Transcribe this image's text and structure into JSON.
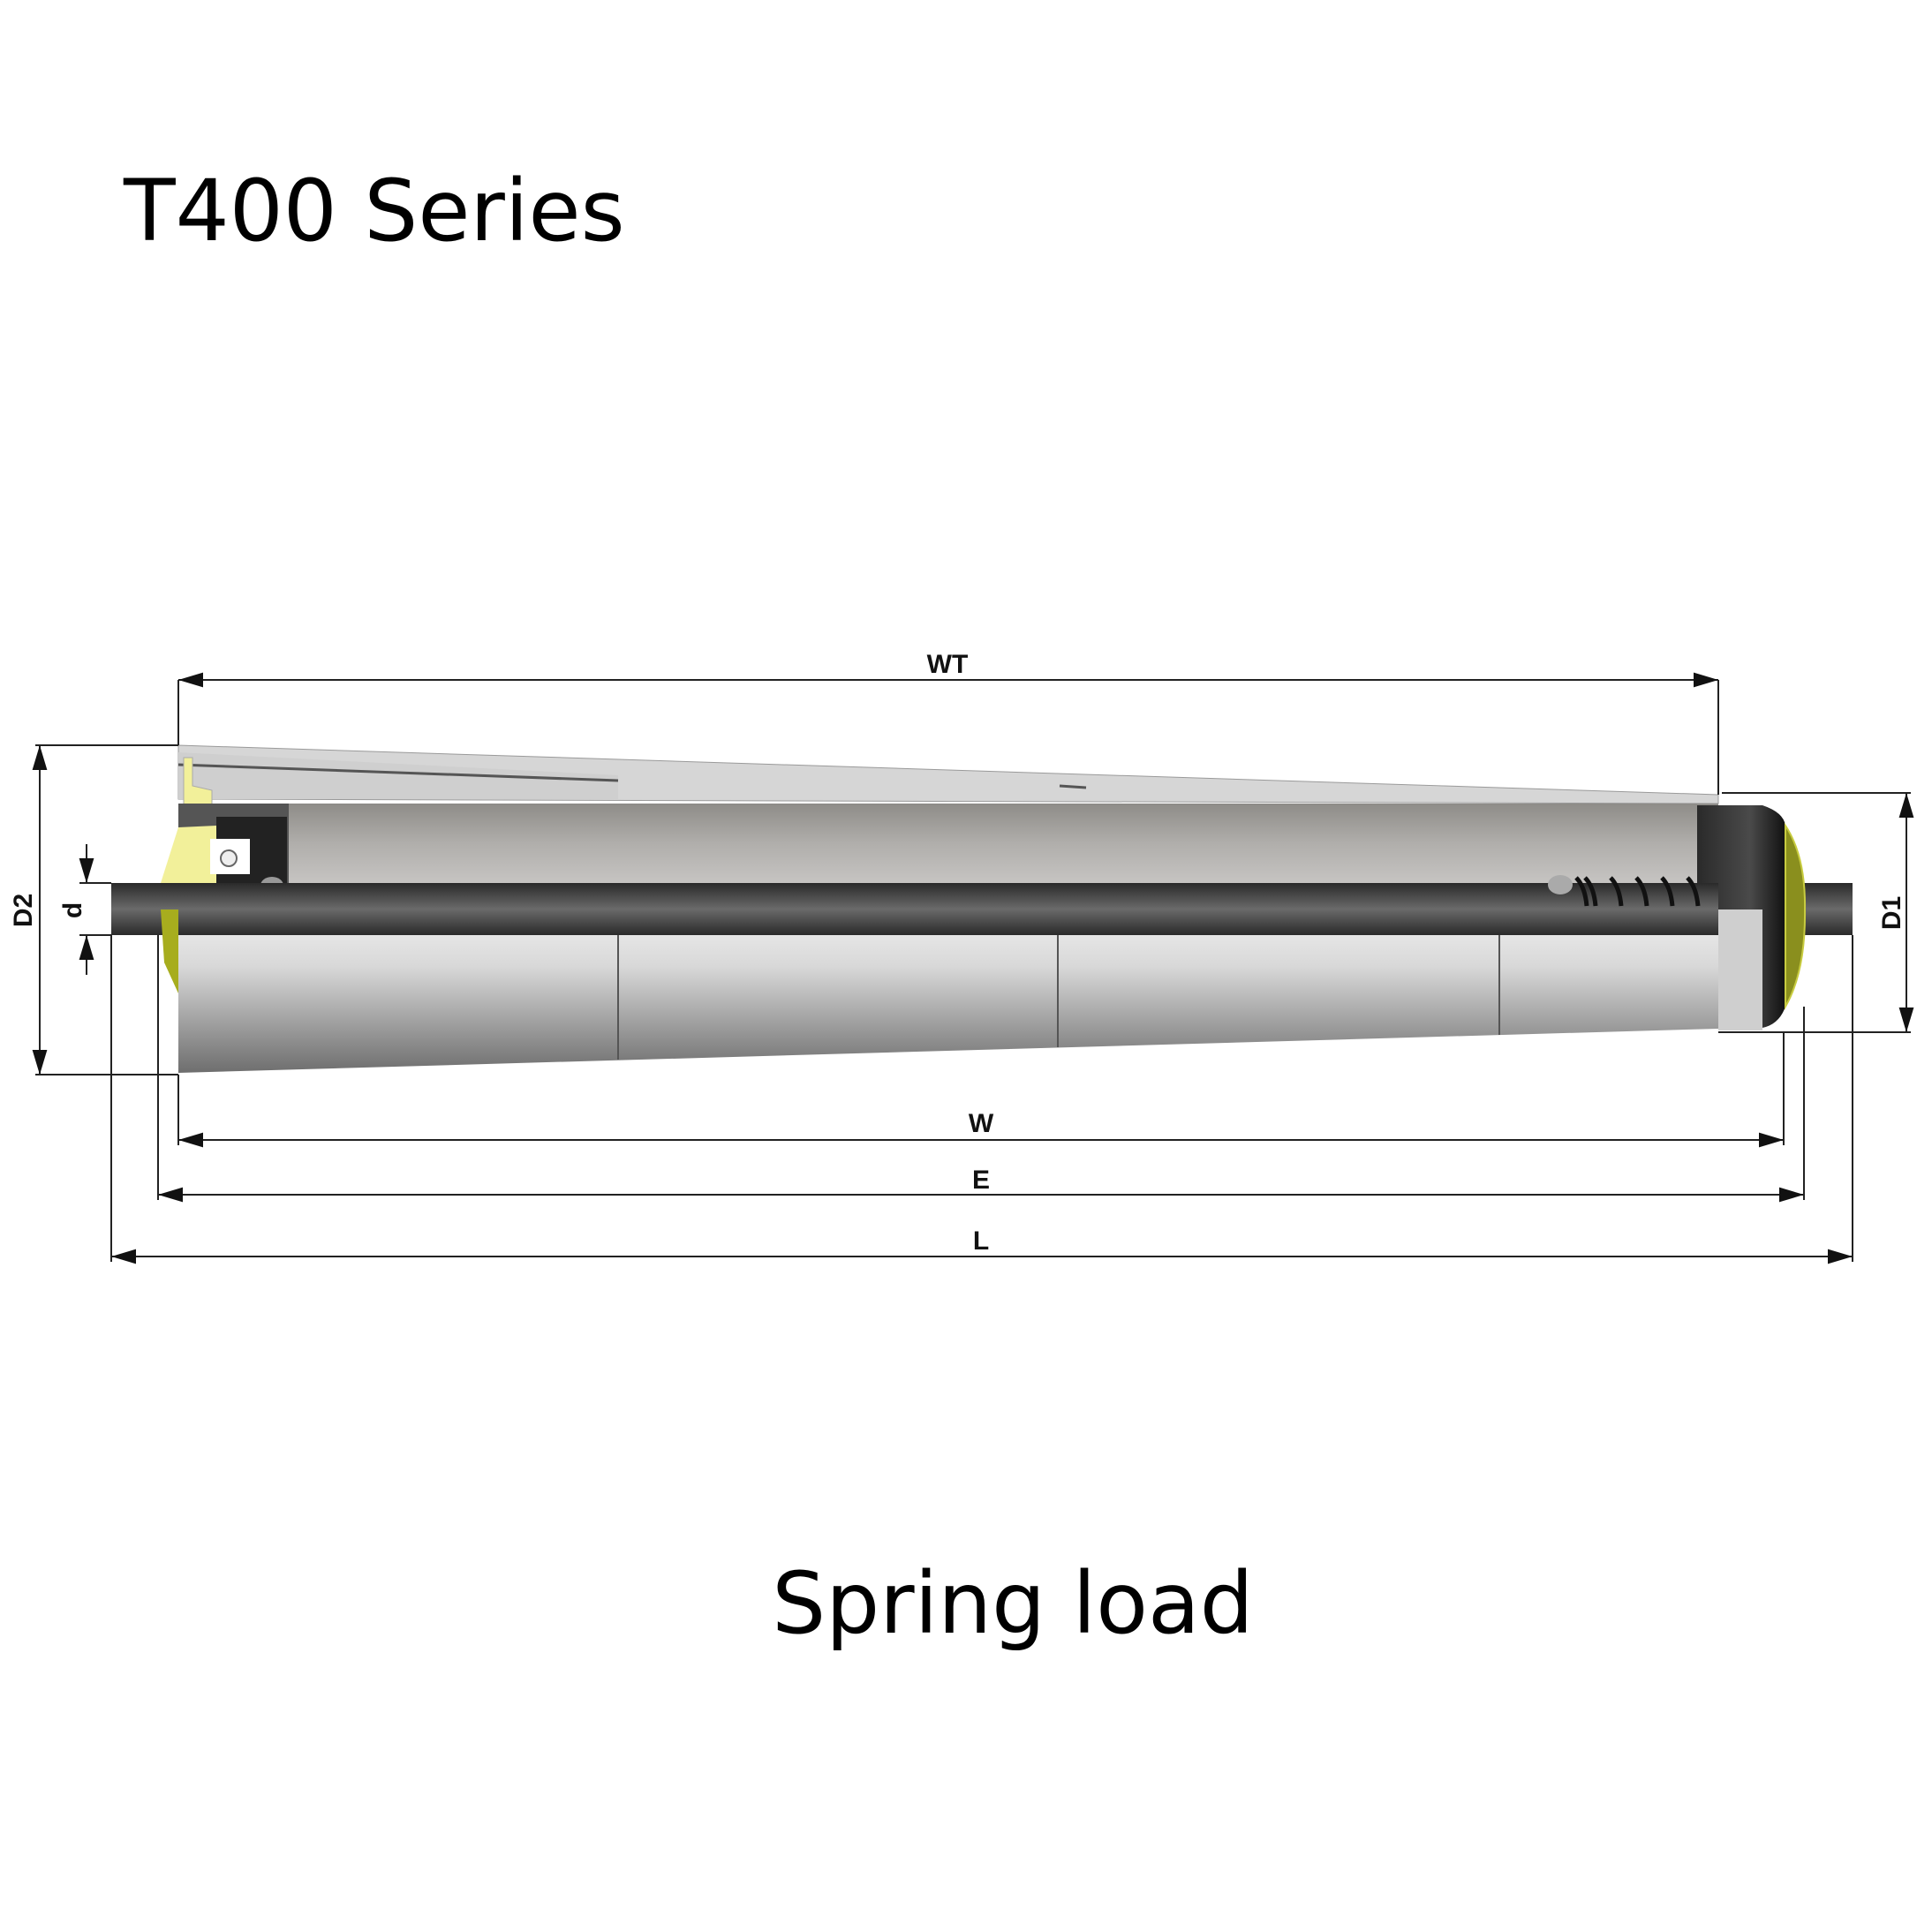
{
  "title": "T400 Series",
  "caption": "Spring load",
  "dimensions": {
    "wt": "WT",
    "w": "W",
    "e": "E",
    "l": "L",
    "d2": "D2",
    "d": "d",
    "d1": "D1"
  },
  "colors": {
    "tube_light": "#d4d4d4",
    "tube_dark": "#7a7a7a",
    "shaft": "#3a3a3a",
    "bearing_housing": "#f2f09a",
    "end_cap": "#1e1e1e",
    "end_disc": "#8a8f1e"
  }
}
